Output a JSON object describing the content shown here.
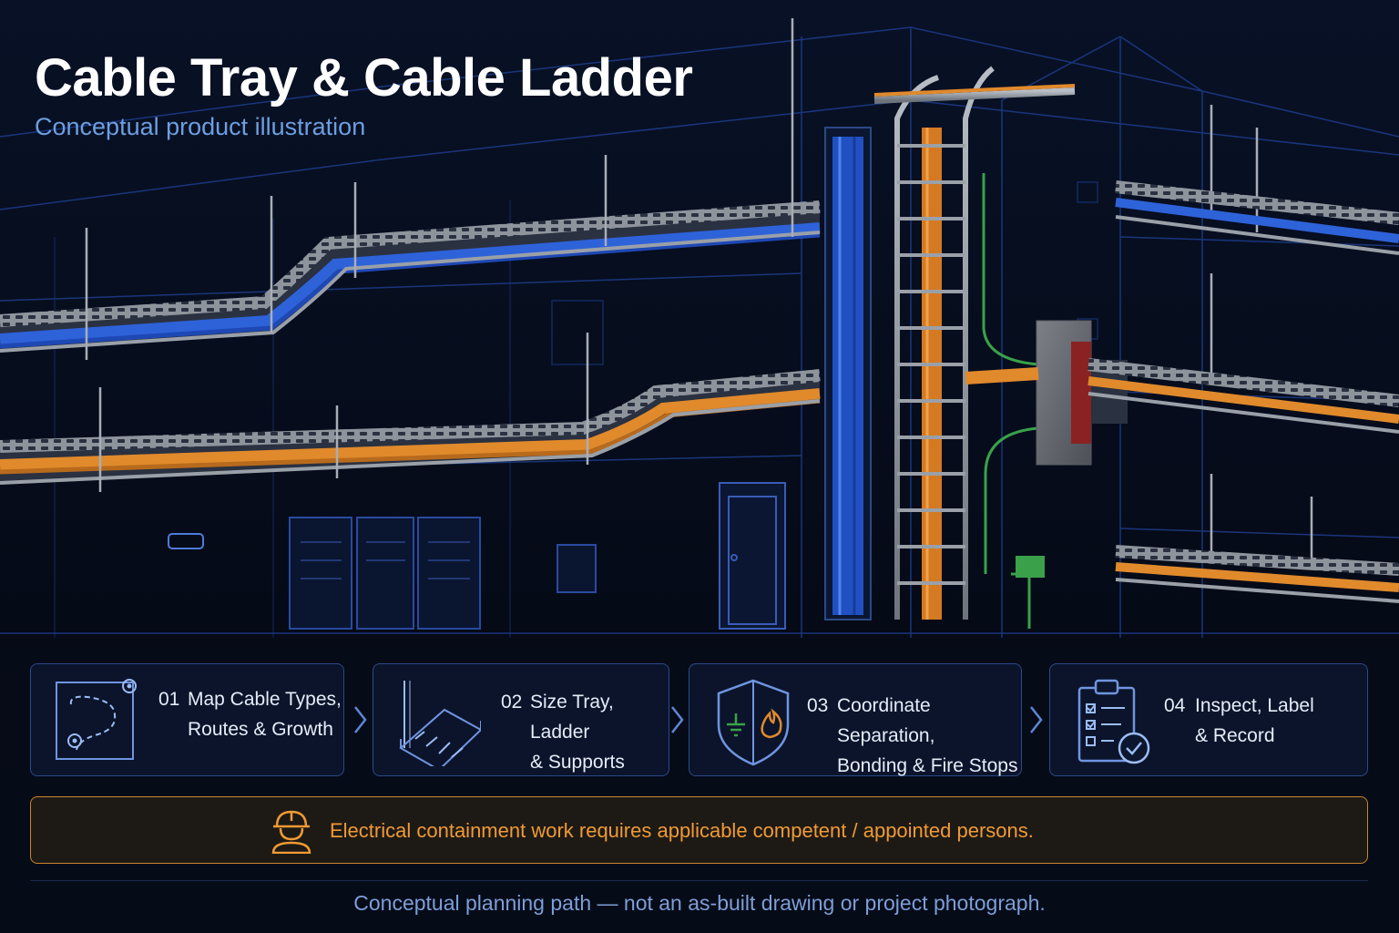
{
  "header": {
    "title": "Cable Tray & Cable Ladder",
    "subtitle": "Conceptual product illustration"
  },
  "scene": {
    "description_icons": [
      "cable-tray",
      "cable-ladder",
      "fire-stop",
      "earth-bonding"
    ],
    "colors": {
      "background": "#060b18",
      "blueprint_line": "#1e3c88",
      "tray_steel": "#9aa0a8",
      "data_cable": "#2e62d9",
      "power_cable": "#e08a2c",
      "earth_conductor": "#3aa14a",
      "fire_stop": "#8a2222"
    }
  },
  "steps": [
    {
      "number": "01",
      "line1": "Map Cable Types,",
      "line2": "Routes & Growth",
      "icon": "route-map-icon"
    },
    {
      "number": "02",
      "line1": "Size Tray, Ladder",
      "line2": "& Supports",
      "icon": "cable-ladder-icon"
    },
    {
      "number": "03",
      "line1": "Coordinate Separation,",
      "line2": "Bonding & Fire Stops",
      "icon": "shield-earth-fire-icon"
    },
    {
      "number": "04",
      "line1": "Inspect, Label",
      "line2": "& Record",
      "icon": "clipboard-check-icon"
    }
  ],
  "warning": {
    "text": "Electrical containment work requires applicable competent / appointed persons.",
    "icon": "hard-hat-worker-icon",
    "color": "#f09a34"
  },
  "footnote": "Conceptual planning path — not an as-built drawing or project photograph."
}
